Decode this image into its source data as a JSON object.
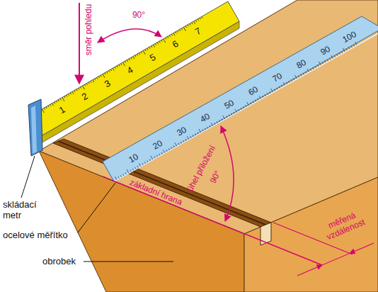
{
  "diagram": {
    "labels": [
      "směr pohledu",
      "90°",
      "1",
      "2",
      "3",
      "4",
      "5",
      "6",
      "7",
      "10",
      "20",
      "30",
      "40",
      "50",
      "60",
      "70",
      "80",
      "90",
      "100",
      "úhel přiložení",
      "90°",
      "základní hrana",
      "skládací metr",
      "ocelové měřítko",
      "obrobek",
      "měřená vzdálenost"
    ]
  }
}
